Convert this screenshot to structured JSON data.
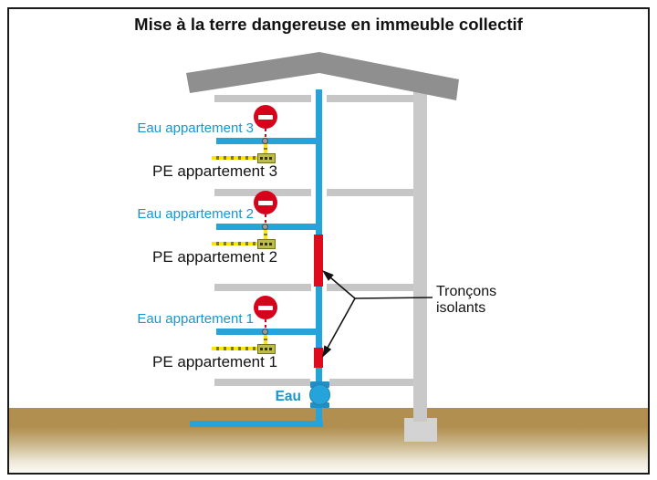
{
  "title": "Mise à la terre dangereuse en immeuble collectif",
  "apartments": [
    {
      "floor": 3,
      "eau_label": "Eau appartement 3",
      "pe_label": "PE appartement 3"
    },
    {
      "floor": 2,
      "eau_label": "Eau appartement 2",
      "pe_label": "PE appartement 2"
    },
    {
      "floor": 1,
      "eau_label": "Eau appartement 1",
      "pe_label": "PE appartement 1"
    }
  ],
  "annotation": {
    "line1": "Tronçons",
    "line2": "isolants",
    "full": "Tronçons isolants"
  },
  "meter": {
    "label": "Eau"
  },
  "icons": {
    "no_entry": "no-entry-icon",
    "earth_clamp": "earth-clamp-icon",
    "water_meter": "water-meter-icon",
    "junction_dot": "junction-dot",
    "arrow": "arrow-pointer-icon"
  },
  "colors": {
    "pipe-blue": "#25A3DB",
    "label-blue": "#1796D2",
    "sign-red": "#D6021C",
    "isolator-red": "#DF0A1C",
    "roof-gray": "#8F8F8F",
    "concrete-gray": "#C6C6C6",
    "footing-gray": "#D3D3D3",
    "ground-tan": "#B18F50",
    "clamp-yellow": "#BCBC49",
    "clamp-border": "#73731A",
    "wire-yellow": "#FFE500",
    "wire-green": "#7A7A1E",
    "frame-black": "#1A1A1A"
  }
}
